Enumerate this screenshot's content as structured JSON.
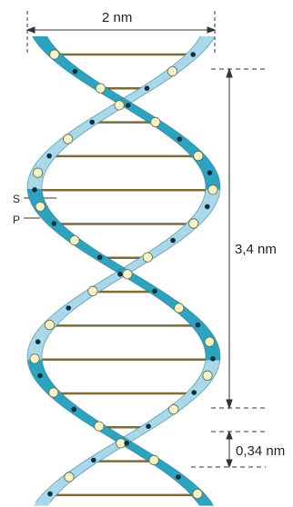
{
  "labels": {
    "width": "2 nm",
    "pitch": "3,4 nm",
    "rise": "0,34 nm",
    "sugar": "S",
    "phosphate": "P"
  },
  "colors": {
    "strand_front": "#2ea3c0",
    "strand_back": "#a8d8ea",
    "strand_edge": "#1d6f86",
    "rung": "#7a6c3a",
    "phosphate_dot": "#0e2f3d",
    "sugar_dot": "#f6f2c6",
    "dim_line": "#333333"
  },
  "icons": {
    "helix": "dna-double-helix-icon"
  }
}
